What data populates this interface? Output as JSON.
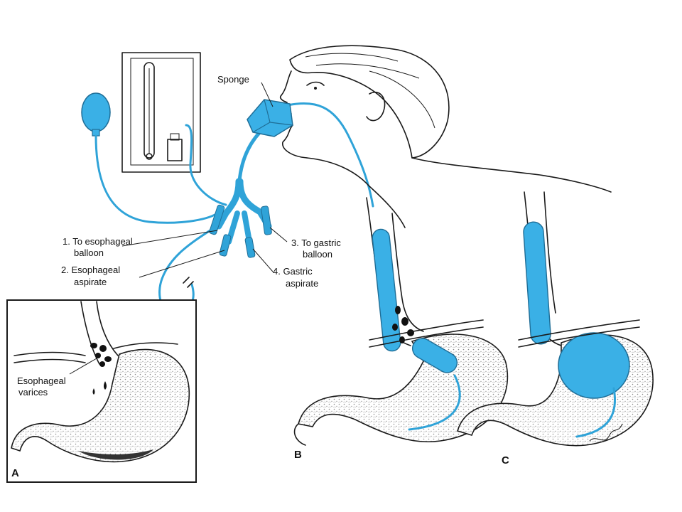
{
  "colors": {
    "tube": "#2fa3d8",
    "tube_dark": "#1f6d96",
    "balloon": "#3ab0e6",
    "ink": "#1a1a1a",
    "stipple": "#8a8a8a",
    "blood": "#111111"
  },
  "labels": {
    "sponge": "Sponge",
    "esophageal_balloon_1": "1. To esophageal",
    "esophageal_balloon_2": "balloon",
    "esophageal_aspirate_1": "2. Esophageal",
    "esophageal_aspirate_2": "aspirate",
    "gastric_balloon_1": "3. To gastric",
    "gastric_balloon_2": "balloon",
    "gastric_aspirate_1": "4. Gastric",
    "gastric_aspirate_2": "aspirate",
    "varices_1": "Esophageal",
    "varices_2": "varices"
  },
  "panels": {
    "a": "A",
    "b": "B",
    "c": "C"
  },
  "icons": {
    "bulb": "inflation-bulb-icon",
    "manometer": "manometer-icon"
  }
}
